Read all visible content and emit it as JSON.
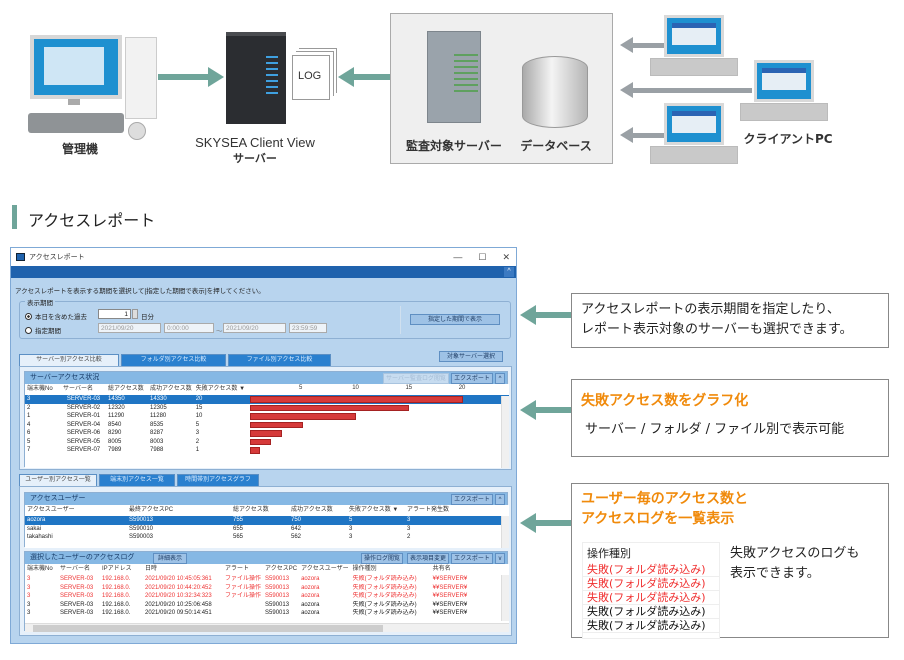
{
  "diagram": {
    "admin_label": "管理機",
    "server_label_1": "SKYSEA Client View",
    "server_label_2": "サーバー",
    "log_label": "LOG",
    "audit_server_label": "監査対象サーバー",
    "database_label": "データベース",
    "client_label": "クライアントPC",
    "colors": {
      "arrow_teal": "#6fa59a",
      "arrow_gray": "#9aa0a5",
      "screen_blue": "#1e90d0"
    }
  },
  "section": {
    "title": "アクセスレポート",
    "accent_color": "#6fa59a"
  },
  "window": {
    "title": "アクセスレポート",
    "controls": {
      "minimize": "—",
      "maximize": "☐",
      "close": "✕"
    },
    "collapse_icon": "^",
    "instruction": "アクセスレポートを表示する期間を選択して[指定した期間で表示]を押してください。",
    "period": {
      "legend": "表示期間",
      "option_past": "本日を含めた過去",
      "days_value": "1",
      "days_unit": "日分",
      "option_range": "指定期間",
      "start_date": "2021/09/20",
      "start_time": "0:00:00",
      "tilde": "～",
      "end_date": "2021/09/20",
      "end_time": "23:59:59",
      "show_button": "指定した期間で表示"
    },
    "target_server_button": "対象サーバー選択",
    "tabs": [
      "サーバー別アクセス比較",
      "フォルダ別アクセス比較",
      "ファイル別アクセス比較"
    ],
    "server_panel": {
      "title": "サーバーアクセス状況",
      "log_button": "サーバー監査ログ閲覧",
      "export_button": "エクスポート",
      "columns": [
        "端末機No",
        "サーバー名",
        "総アクセス数",
        "成功アクセス数",
        "失敗アクセス数 ▼"
      ],
      "axis_ticks": [
        "5",
        "10",
        "15",
        "20"
      ],
      "rows": [
        {
          "no": "3",
          "server": "SERVER-03",
          "total": "14350",
          "success": "14330",
          "fail": "20"
        },
        {
          "no": "2",
          "server": "SERVER-02",
          "total": "12320",
          "success": "12305",
          "fail": "15"
        },
        {
          "no": "1",
          "server": "SERVER-01",
          "total": "11290",
          "success": "11280",
          "fail": "10"
        },
        {
          "no": "4",
          "server": "SERVER-04",
          "total": "8540",
          "success": "8535",
          "fail": "5"
        },
        {
          "no": "6",
          "server": "SERVER-06",
          "total": "8290",
          "success": "8287",
          "fail": "3"
        },
        {
          "no": "5",
          "server": "SERVER-05",
          "total": "8005",
          "success": "8003",
          "fail": "2"
        },
        {
          "no": "7",
          "server": "SERVER-07",
          "total": "7989",
          "success": "7988",
          "fail": "1"
        }
      ],
      "bar_max": 20,
      "bar_color": "#d63a3a"
    },
    "user_tabs": [
      "ユーザー別アクセス一覧",
      "端末別アクセス一覧",
      "時間帯別アクセスグラフ"
    ],
    "user_panel": {
      "title": "アクセスユーザー",
      "export_button": "エクスポート",
      "columns": [
        "アクセスユーザー",
        "最終アクセスPC",
        "総アクセス数",
        "成功アクセス数",
        "失敗アクセス数 ▼",
        "アラート発生数"
      ],
      "rows": [
        {
          "user": "aozora",
          "pc": "S590013",
          "total": "755",
          "success": "750",
          "fail": "5",
          "alert": "3"
        },
        {
          "user": "sakai",
          "pc": "S590010",
          "total": "655",
          "success": "642",
          "fail": "3",
          "alert": "3"
        },
        {
          "user": "takahashi",
          "pc": "S590003",
          "total": "565",
          "success": "562",
          "fail": "3",
          "alert": "2"
        }
      ]
    },
    "log_panel": {
      "title": "選択したユーザーのアクセスログ",
      "detail_button": "詳細表示",
      "oplog_button": "操作ログ閲覧",
      "columns_button": "表示項目変更",
      "export_button": "エクスポート",
      "columns": [
        "端末機No",
        "サーバー名",
        "IPアドレス",
        "日時",
        "アラート",
        "アクセスPC",
        "アクセスユーザー",
        "操作種別",
        "共有名"
      ],
      "rows": [
        {
          "no": "3",
          "server": "SERVER-03",
          "ip": "192.168.0.",
          "datetime": "2021/09/20 10:45:05:361",
          "alert": "ファイル操作",
          "pc": "S590013",
          "user": "aozora",
          "op": "失敗(フォルダ読み込み)",
          "share": "¥¥SERVER¥",
          "error": true
        },
        {
          "no": "3",
          "server": "SERVER-03",
          "ip": "192.168.0.",
          "datetime": "2021/09/20 10:44:20:452",
          "alert": "ファイル操作",
          "pc": "S590013",
          "user": "aozora",
          "op": "失敗(フォルダ読み込み)",
          "share": "¥¥SERVER¥",
          "error": true
        },
        {
          "no": "3",
          "server": "SERVER-03",
          "ip": "192.168.0.",
          "datetime": "2021/09/20 10:32:34:323",
          "alert": "ファイル操作",
          "pc": "S590013",
          "user": "aozora",
          "op": "失敗(フォルダ読み込み)",
          "share": "¥¥SERVER¥",
          "error": true
        },
        {
          "no": "3",
          "server": "SERVER-03",
          "ip": "192.168.0.",
          "datetime": "2021/09/20 10:25:06:458",
          "alert": "",
          "pc": "S590013",
          "user": "aozora",
          "op": "失敗(フォルダ読み込み)",
          "share": "¥¥SERVER¥",
          "error": false
        },
        {
          "no": "3",
          "server": "SERVER-03",
          "ip": "192.168.0.",
          "datetime": "2021/09/20 09:50:14:451",
          "alert": "",
          "pc": "S590013",
          "user": "aozora",
          "op": "失敗(フォルダ読み込み)",
          "share": "¥¥SERVER¥",
          "error": false
        }
      ]
    }
  },
  "callouts": {
    "period": {
      "line1": "アクセスレポートの表示期間を指定したり、",
      "line2": "レポート表示対象のサーバーも選択できます。"
    },
    "graph": {
      "title": "失敗アクセス数をグラフ化",
      "body": "サーバー / フォルダ / ファイル別で表示可能"
    },
    "list": {
      "title1": "ユーザー毎のアクセス数と",
      "title2": "アクセスログを一覧表示",
      "mini_header": "操作種別",
      "mini_rows": [
        {
          "text": "失敗(フォルダ読み込み)",
          "error": true
        },
        {
          "text": "失敗(フォルダ読み込み)",
          "error": true
        },
        {
          "text": "失敗(フォルダ読み込み)",
          "error": true
        },
        {
          "text": "失敗(フォルダ読み込み)",
          "error": false
        },
        {
          "text": "失敗(フォルダ読み込み)",
          "error": false
        }
      ],
      "note1": "失敗アクセスのログも",
      "note2": "表示できます。"
    },
    "accent_color": "#f08a0b"
  }
}
